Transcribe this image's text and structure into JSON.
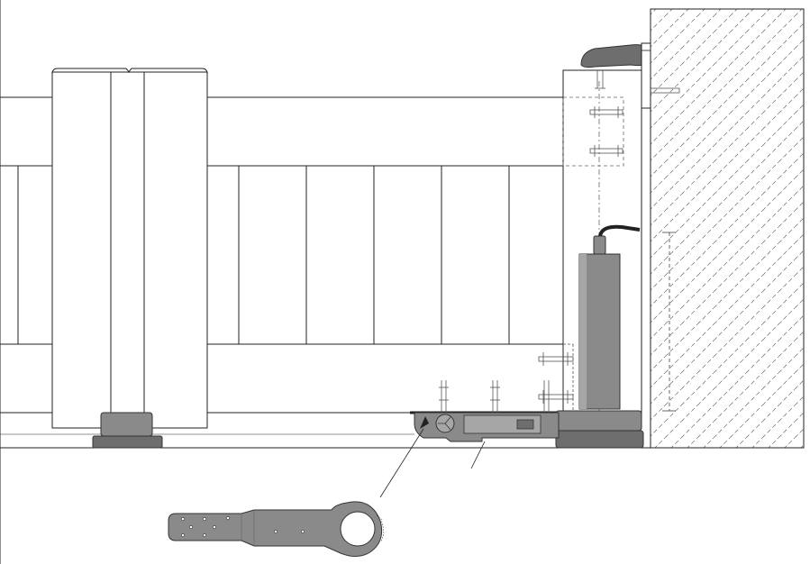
{
  "colors": {
    "background": "#ffffff",
    "line": "#222222",
    "panel_fill": "#ffffff",
    "motor_fill": "#8a8a8a",
    "motor_dark": "#6e6e6e",
    "motor_light": "#a6a6a6",
    "hatch": "#555555",
    "dashed": "#666666"
  },
  "parts": {
    "gate_leaf": "gate-leaf",
    "hinge_post": "hinge-post",
    "masonry_wall": "masonry-wall",
    "hydraulic_operator": "hydraulic-operator",
    "foundation_box": "foundation-box",
    "release_lever": "release-lever",
    "upper_hinge": "upper-hinge",
    "base_foot": "base-foot"
  },
  "icons": {
    "wall_hatch": "hatch-pattern-icon",
    "release_key": "release-lever-icon"
  }
}
